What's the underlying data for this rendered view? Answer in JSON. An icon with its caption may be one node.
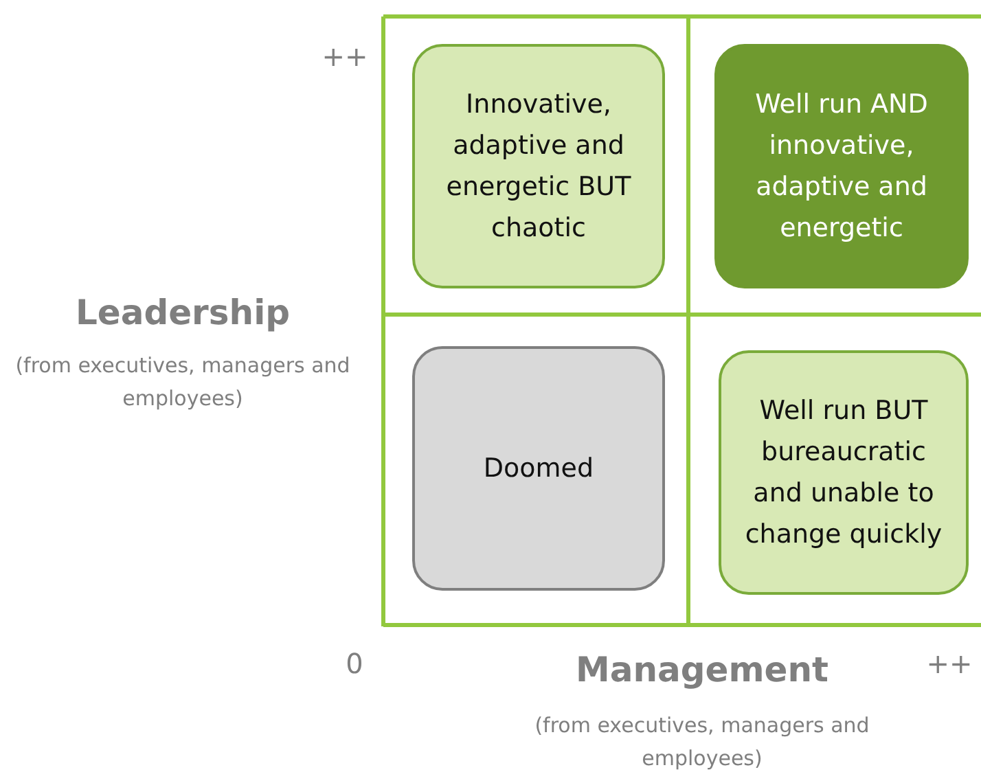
{
  "diagram": {
    "nodes": [
      {
        "text": [
          "Innovative, adaptive and energetic BUT chaotic"
        ]
      },
      {
        "text": [
          "Well run AND innovative, adaptive and energetic"
        ]
      },
      {
        "text": [
          "Doomed"
        ]
      },
      {
        "text": [
          "Well run BUT bureaucratic and unable to change quickly"
        ]
      }
    ],
    "edges": [],
    "labels": [
      "++",
      "Leadership",
      "(from executives, managers and employees)",
      "0",
      "Management",
      "++",
      "(from executives, managers and employees)"
    ]
  }
}
